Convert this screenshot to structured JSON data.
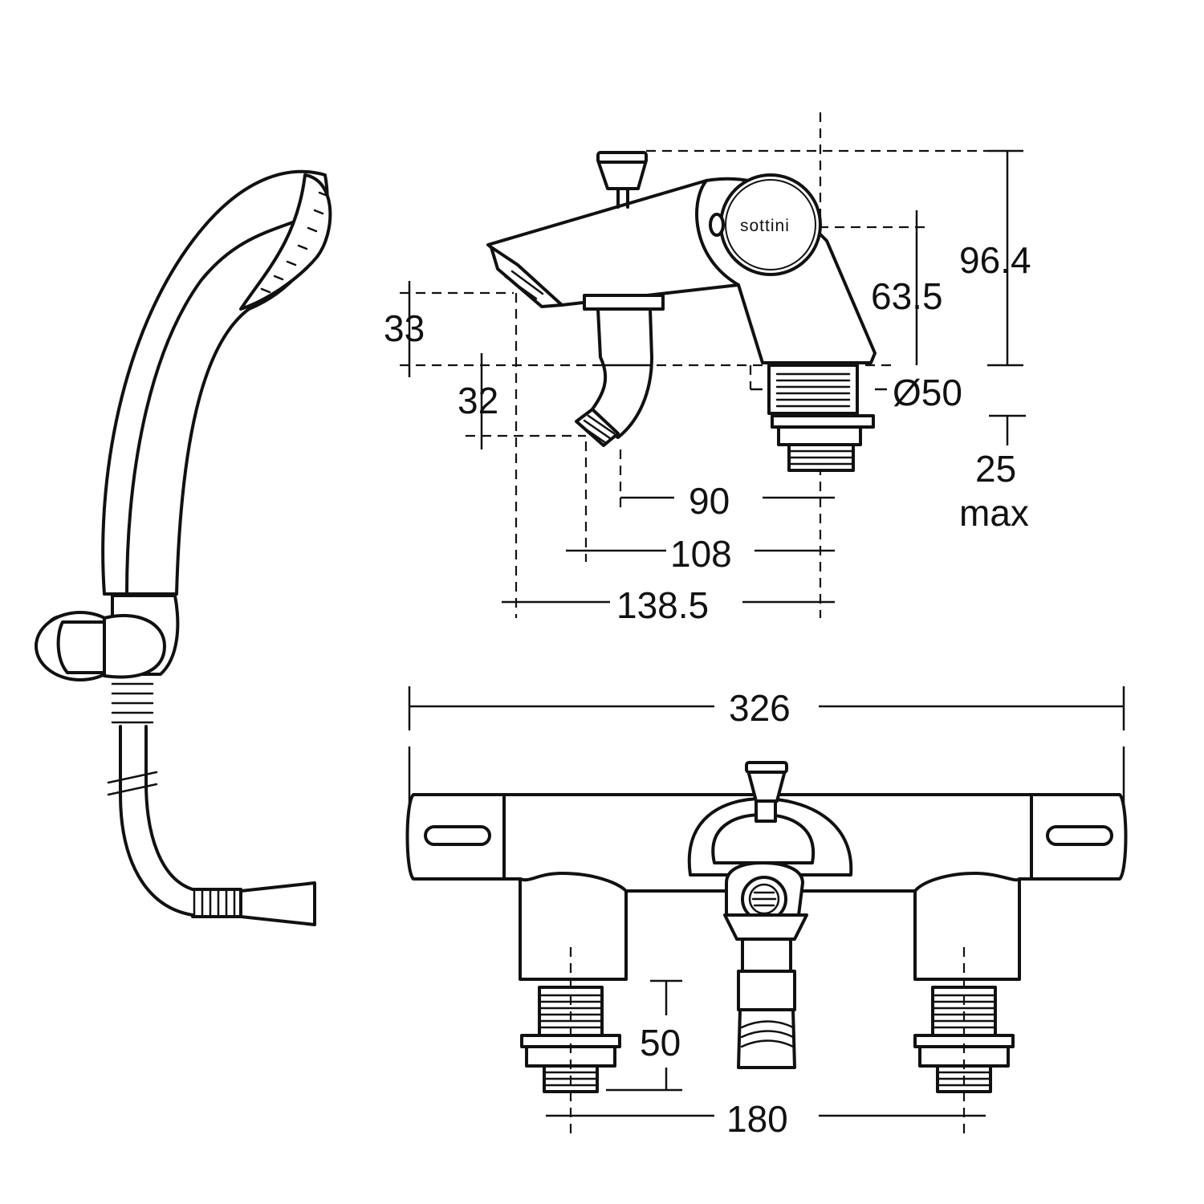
{
  "brand": "sottini",
  "dimensions": {
    "height_overall": "96.4",
    "height_spout": "63.5",
    "spout_drop": "33",
    "outlet_drop": "32",
    "base_diameter": "Ø50",
    "deck_thickness_value": "25",
    "deck_thickness_unit": "max",
    "reach_outlet": "90",
    "reach_divert": "108",
    "reach_spout": "138.5",
    "overall_width": "326",
    "tail_length": "50",
    "tail_centres": "180"
  }
}
